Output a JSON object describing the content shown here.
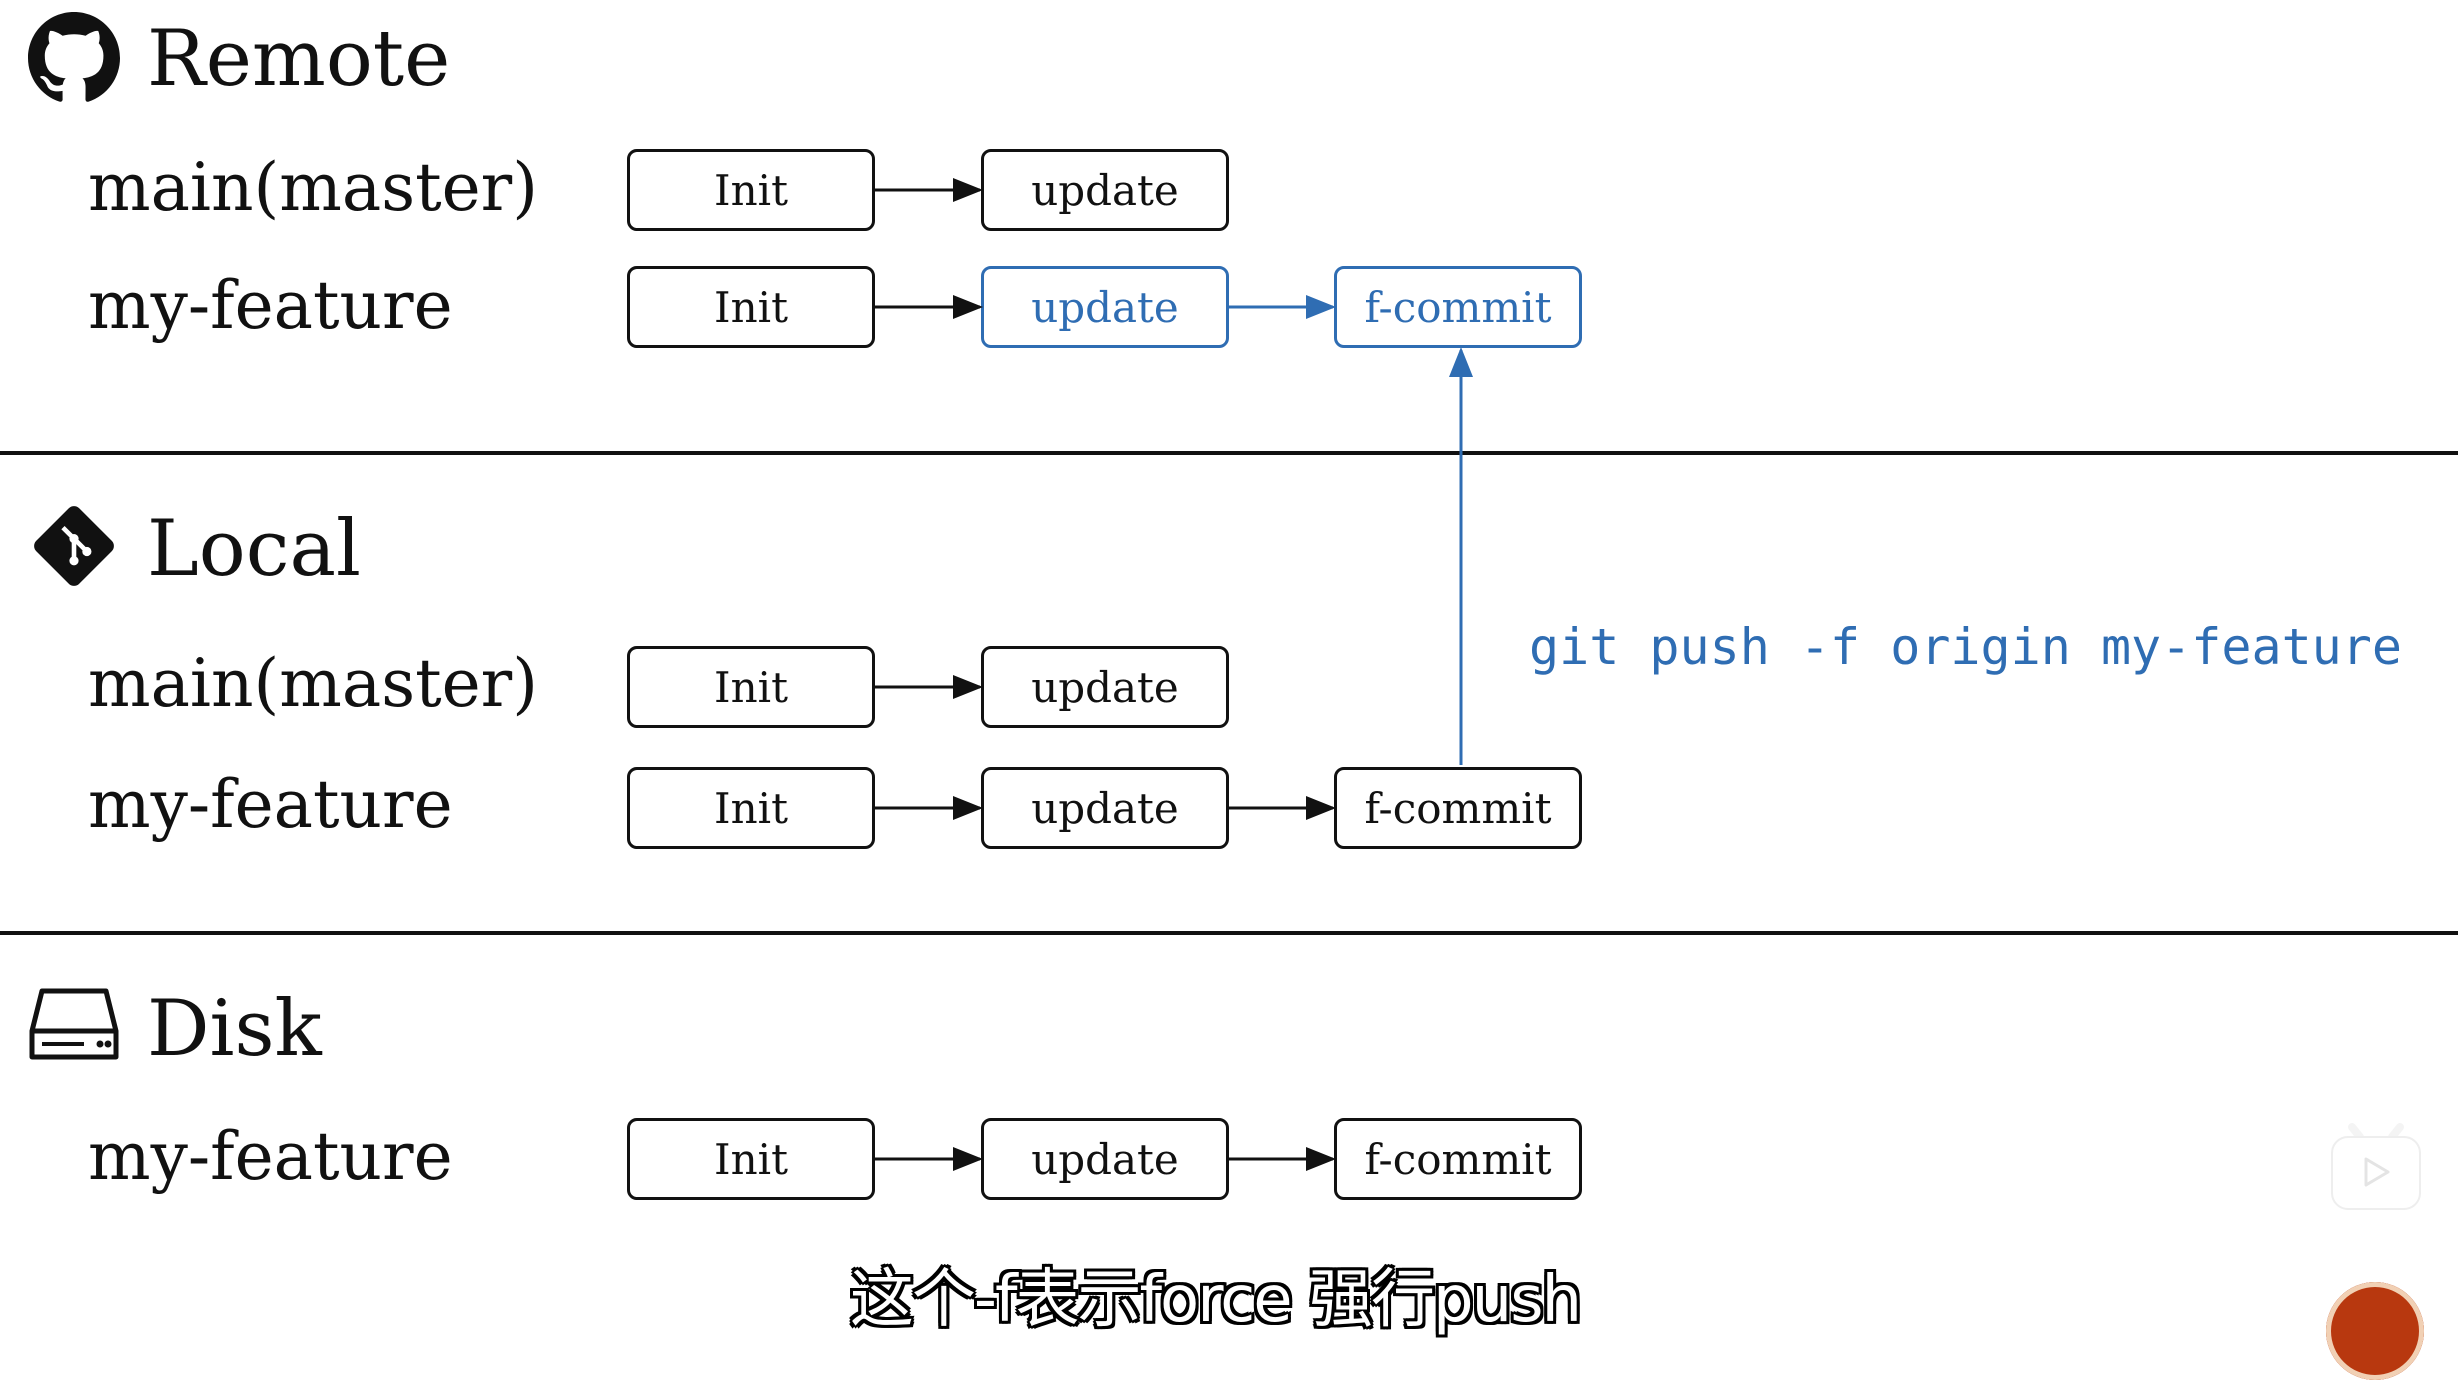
{
  "sections": {
    "remote": {
      "title": "Remote",
      "icon": "github-icon",
      "branches": [
        {
          "name": "main(master)",
          "commits": [
            "Init",
            "update"
          ]
        },
        {
          "name": "my-feature",
          "commits": [
            "Init",
            "update",
            "f-commit"
          ]
        }
      ]
    },
    "local": {
      "title": "Local",
      "icon": "git-icon",
      "branches": [
        {
          "name": "main(master)",
          "commits": [
            "Init",
            "update"
          ]
        },
        {
          "name": "my-feature",
          "commits": [
            "Init",
            "update",
            "f-commit"
          ]
        }
      ]
    },
    "disk": {
      "title": "Disk",
      "icon": "hard-drive-icon",
      "branches": [
        {
          "name": "my-feature",
          "commits": [
            "Init",
            "update",
            "f-commit"
          ]
        }
      ]
    }
  },
  "command": "git push -f origin my-feature",
  "subtitle": "这个-f表示force 强行push",
  "colors": {
    "highlight": "#2f6db3",
    "ink": "#111111"
  },
  "watermark": "bilibili"
}
